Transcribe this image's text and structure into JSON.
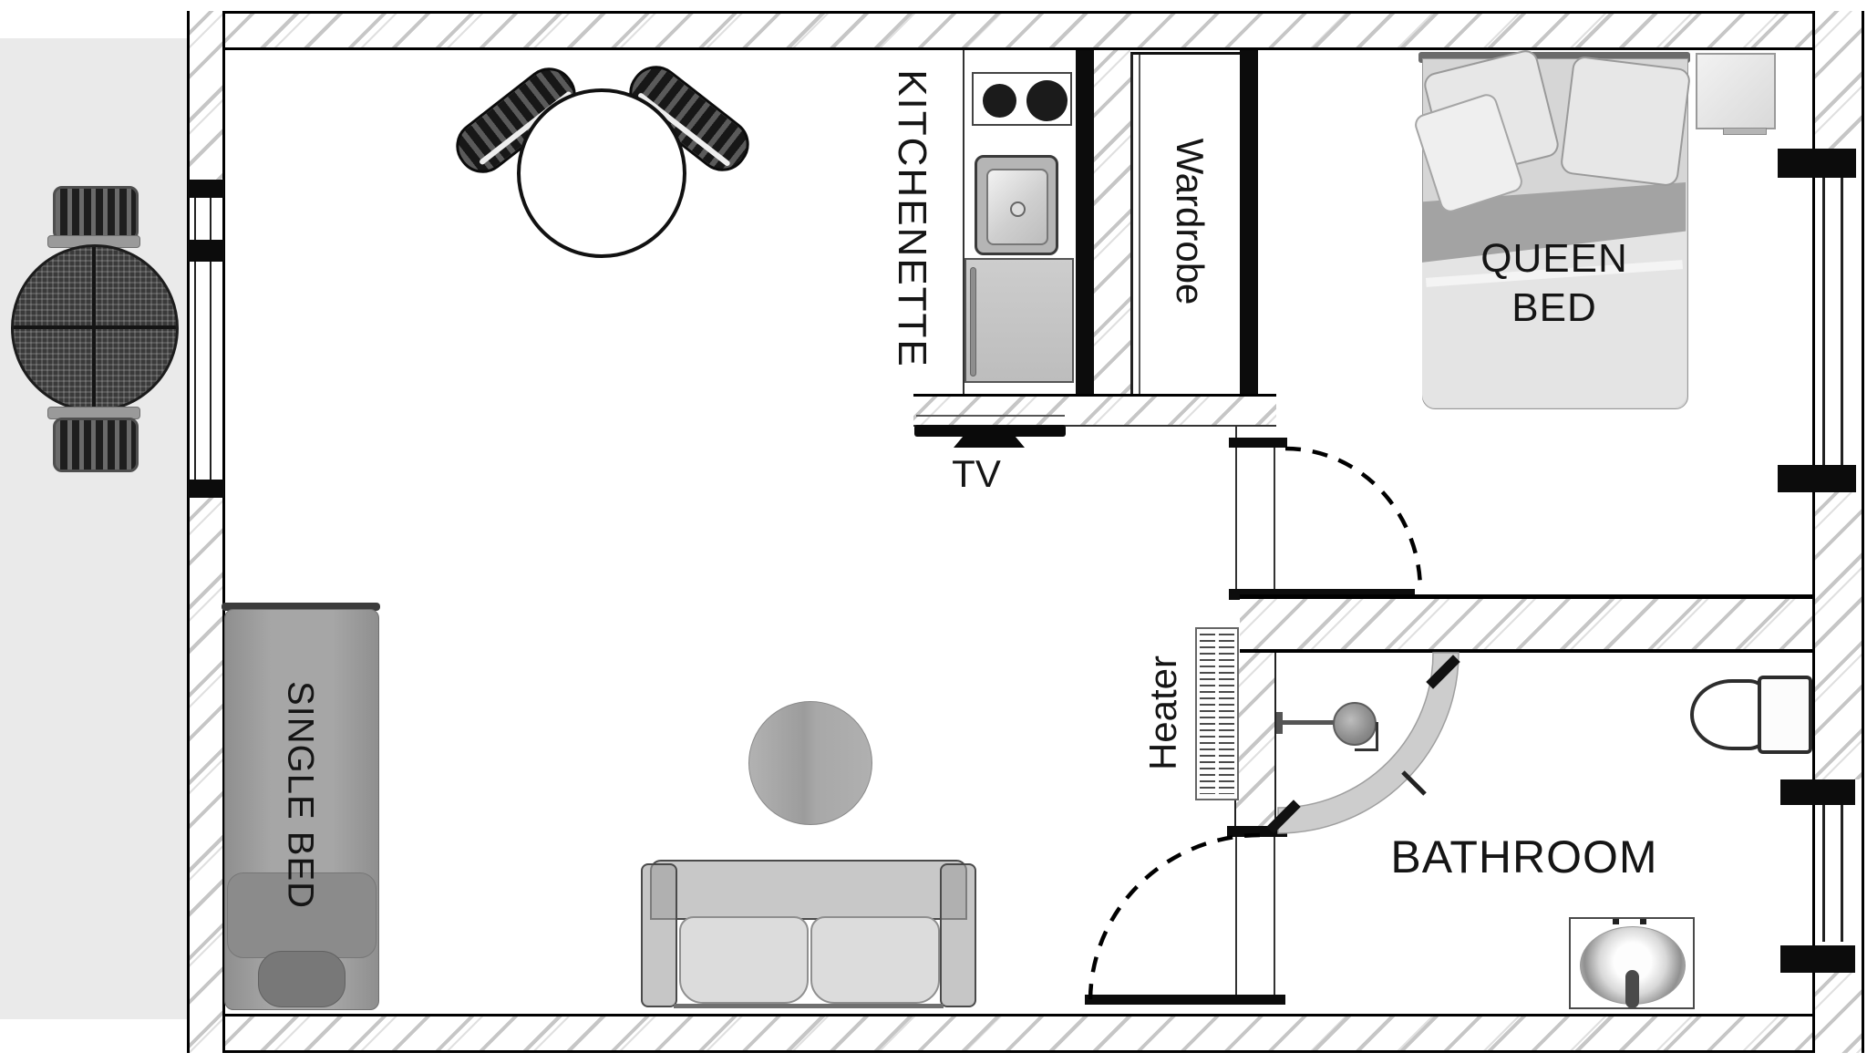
{
  "floorplan": {
    "rooms": {
      "kitchenette_label": "KITCHENETTE",
      "wardrobe_label": "Wardrobe",
      "bathroom_label": "BATHROOM"
    },
    "furniture": {
      "queen_bed_line1": "QUEEN",
      "queen_bed_line2": "BED",
      "single_bed_label": "SINGLE BED",
      "tv_label": "TV",
      "heater_label": "Heater"
    },
    "colors": {
      "outdoor_area": "#eaeaea",
      "wall_hatch_line": "#c6c6c6",
      "wall_edge": "#000000",
      "label_text": "#151515",
      "furniture_dark": "#3a3a3a",
      "furniture_gray": "#a0a0a0",
      "furniture_light": "#e4e4e4"
    }
  }
}
